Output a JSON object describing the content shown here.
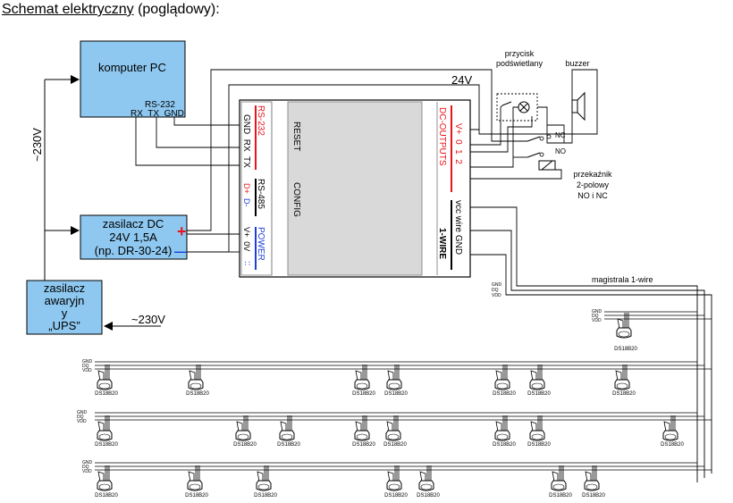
{
  "header": {
    "title_main": "Schemat elektryczny",
    "title_note": "(poglądowy):"
  },
  "devices": {
    "pc": {
      "label": "komputer PC",
      "port": "RS-232",
      "pins": "RX  TX  GND"
    },
    "psu": {
      "line1": "zasilacz DC",
      "line2": "24V 1,5A",
      "line3": "(np. DR-30-24)",
      "plus": "+",
      "minus": "—"
    },
    "ups": {
      "line1": "zasilacz",
      "line2": "awaryjn",
      "line3": "y",
      "line4": "„UPS”"
    },
    "button": {
      "line1": "przycisk",
      "line2": "podświetlany"
    },
    "buzzer": {
      "label": "buzzer"
    },
    "relay": {
      "line1": "przekaźnik",
      "line2": "2-polowy",
      "line3": "NO i NC",
      "nc": "NC",
      "no": "NO"
    }
  },
  "voltages": {
    "ac_vertical": "~230V",
    "ac_ups": "~230V",
    "dc": "24V"
  },
  "module": {
    "rs232_title": "RS-232",
    "rs232_pins": "GND  RX  TX",
    "rs485_title": "RS-485",
    "rs485_dplus": "D+",
    "rs485_dminus": "D-",
    "power_title": "POWER",
    "power_pins": "V+  0V",
    "power_dots": "::",
    "reset": "RESET",
    "config": "CONFIG",
    "dc_title": "DC-OUTPUTS",
    "dc_pins": "V+  0  1  2",
    "wire_pins": "vcc wire GND",
    "wire_title": "1-WIRE"
  },
  "bus": {
    "label": "magistrala 1-wire",
    "gnd": "GND",
    "dq": "DQ",
    "vdd": "VDD",
    "sensor": "DS18B20"
  },
  "colors": {
    "box_blue": "#8ec8f0",
    "module_gray": "#d9d9d9",
    "red": "#e8141b",
    "blue": "#1c3fd8"
  }
}
